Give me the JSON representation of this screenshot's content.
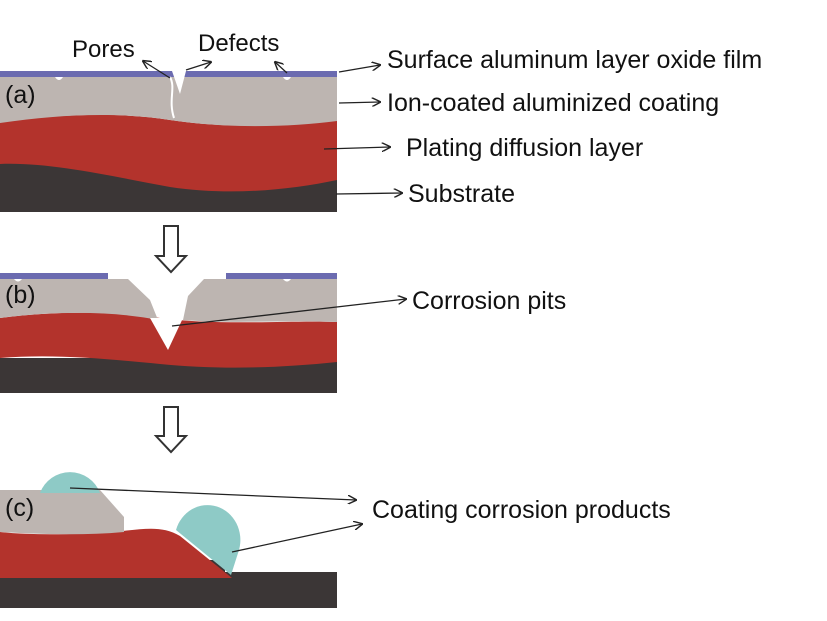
{
  "panels": {
    "a": {
      "id": "(a)",
      "labels": {
        "pores": "Pores",
        "defects": "Defects",
        "oxide_film": "Surface aluminum layer oxide film",
        "ion_coating": "Ion-coated aluminized coating",
        "diffusion_layer": "Plating diffusion layer",
        "substrate": "Substrate"
      }
    },
    "b": {
      "id": "(b)",
      "labels": {
        "corrosion_pits": "Corrosion pits"
      }
    },
    "c": {
      "id": "(c)",
      "labels": {
        "corrosion_products": "Coating corrosion products"
      }
    }
  },
  "colors": {
    "oxide_film": "#6b6bb0",
    "ion_coating": "#bdb5b1",
    "diffusion_layer": "#b3332c",
    "substrate": "#3b3636",
    "corrosion_product": "#8ecac6",
    "flow_arrow": "#333333"
  }
}
